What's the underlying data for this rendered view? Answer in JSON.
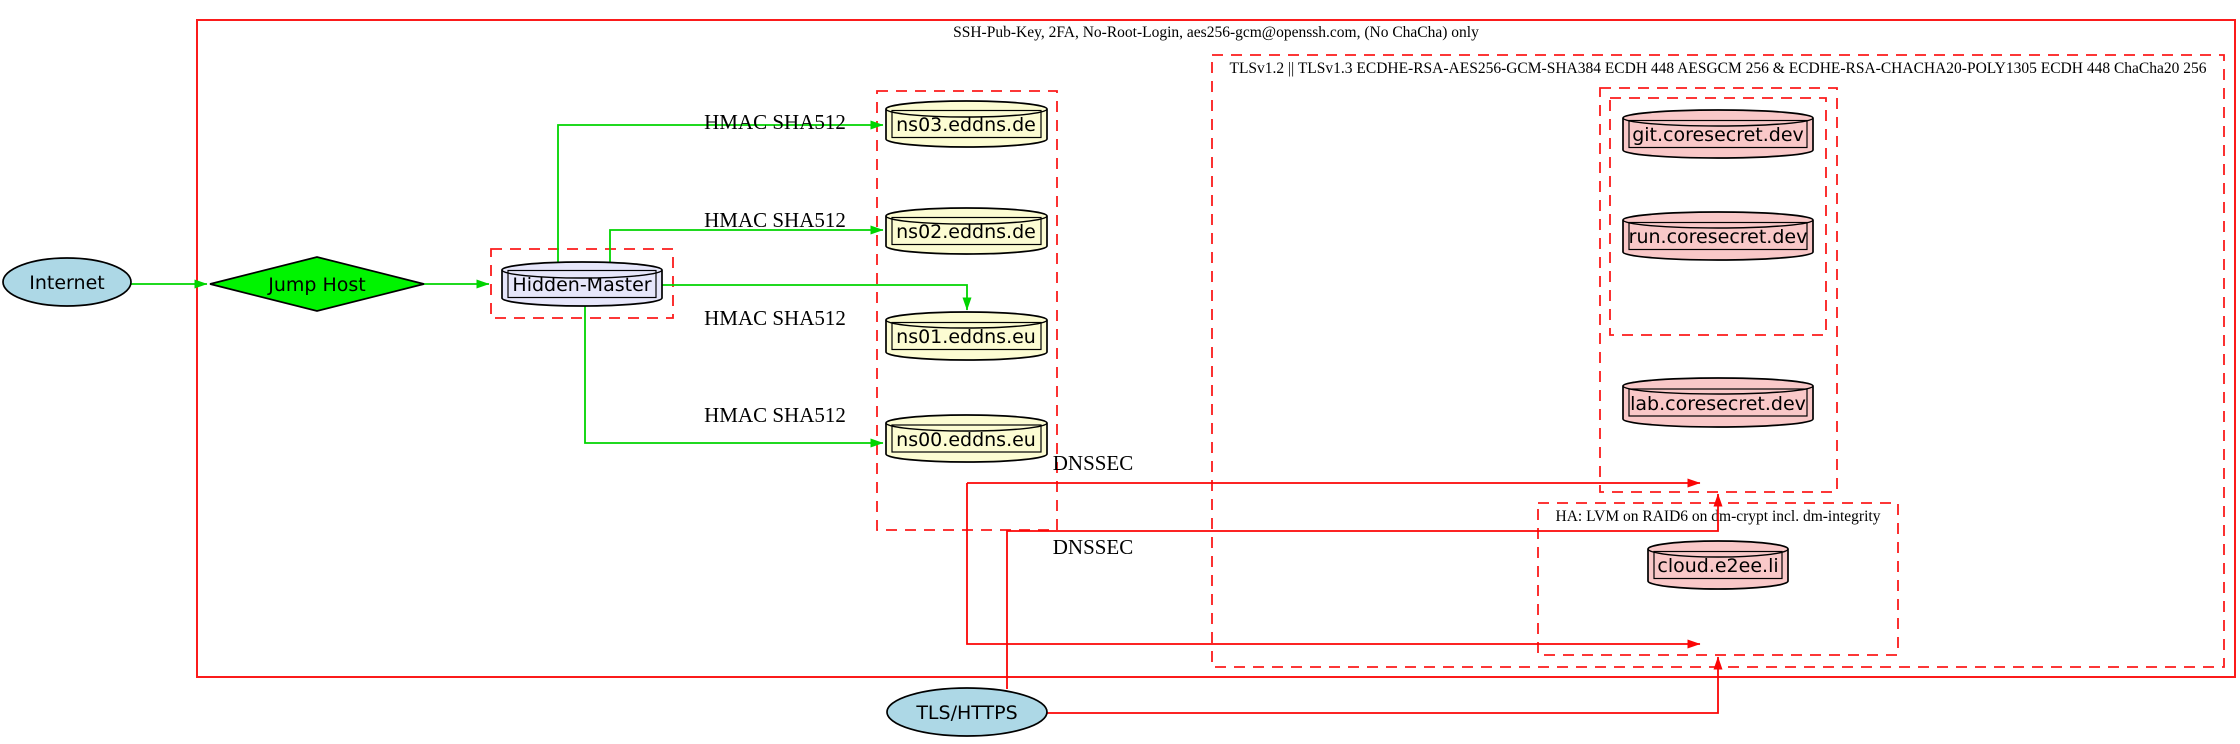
{
  "clusters": {
    "ssh_label": "SSH-Pub-Key, 2FA, No-Root-Login, aes256-gcm@openssh.com, (No ChaCha) only",
    "tls_label": "TLSv1.2 || TLSv1.3 ECDHE-RSA-AES256-GCM-SHA384 ECDH 448 AESGCM 256 & ECDHE-RSA-CHACHA20-POLY1305 ECDH 448 ChaCha20 256",
    "ha_label": "HA: LVM on RAID6 on dm-crypt incl. dm-integrity"
  },
  "nodes": {
    "internet": "Internet",
    "jump_host": "Jump Host",
    "hidden_master": "Hidden-Master",
    "ns03": "ns03.eddns.de",
    "ns02": "ns02.eddns.de",
    "ns01": "ns01.eddns.eu",
    "ns00": "ns00.eddns.eu",
    "git": "git.coresecret.dev",
    "run": "run.coresecret.dev",
    "lab": "lab.coresecret.dev",
    "cloud": "cloud.e2ee.li",
    "tls_https": "TLS/HTTPS"
  },
  "edge_labels": {
    "hmac_ns03": "HMAC SHA512",
    "hmac_ns02": "HMAC SHA512",
    "hmac_ns01": "HMAC SHA512",
    "hmac_ns00": "HMAC SHA512",
    "dnssec_upper": "DNSSEC",
    "dnssec_lower": "DNSSEC"
  },
  "colors": {
    "cluster_stroke": "#fb1b1b",
    "hmac_edge": "#00d400",
    "dnssec_edge": "#fb0505",
    "internet_fill": "#add8e6",
    "jump_host_fill": "#00f400",
    "hidden_master_fill": "#e6e6fa",
    "dns_fill": "#fcfcd2",
    "service_fill": "#f9c8c8"
  }
}
